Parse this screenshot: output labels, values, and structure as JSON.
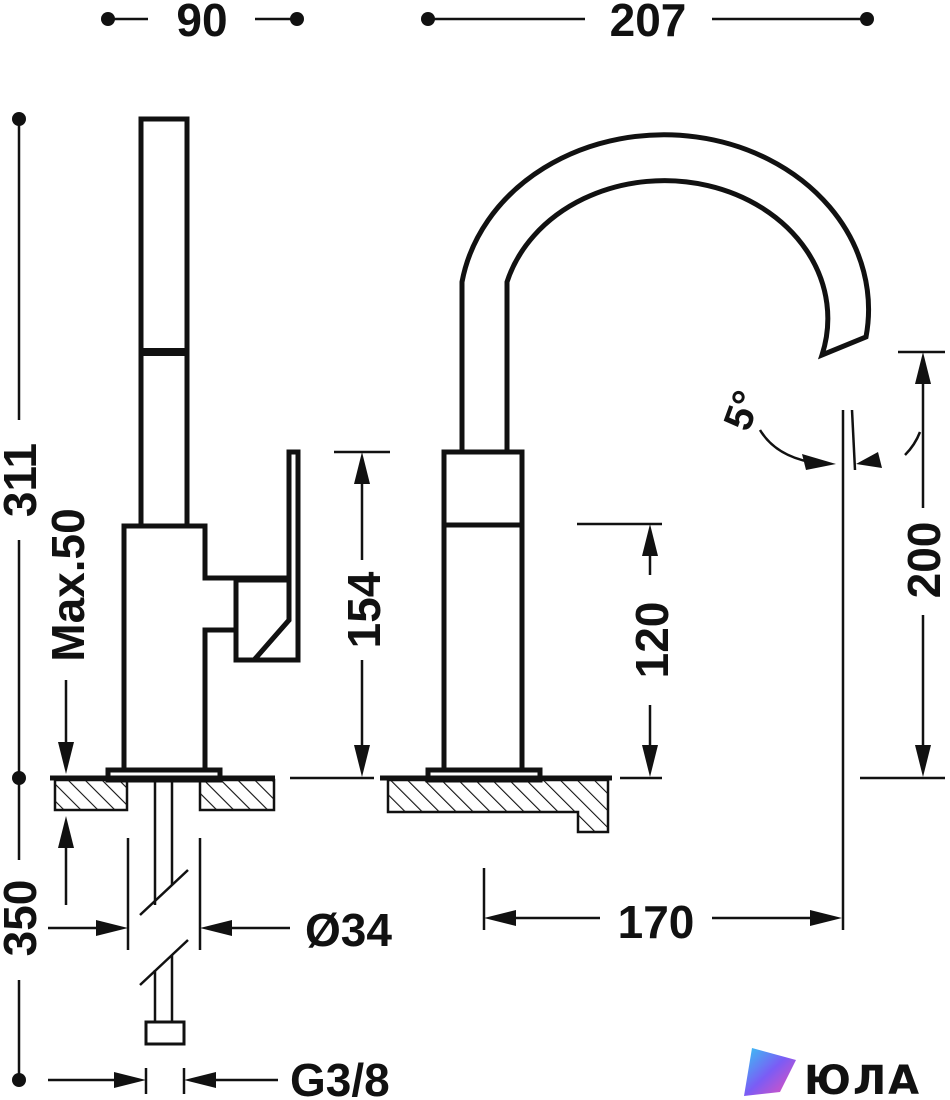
{
  "dimensions": {
    "depth": "90",
    "reach_total": "207",
    "height_total": "311",
    "max_counter": "Max.50",
    "base_height": "154",
    "inner_height": "120",
    "spout_height": "200",
    "angle": "5°",
    "spout_reach": "170",
    "pipe_length": "350",
    "hole_diameter": "Ø34",
    "thread": "G3/8"
  },
  "logo": {
    "text": "ЮЛА"
  },
  "colors": {
    "line": "#111111",
    "background": "#ffffff"
  }
}
